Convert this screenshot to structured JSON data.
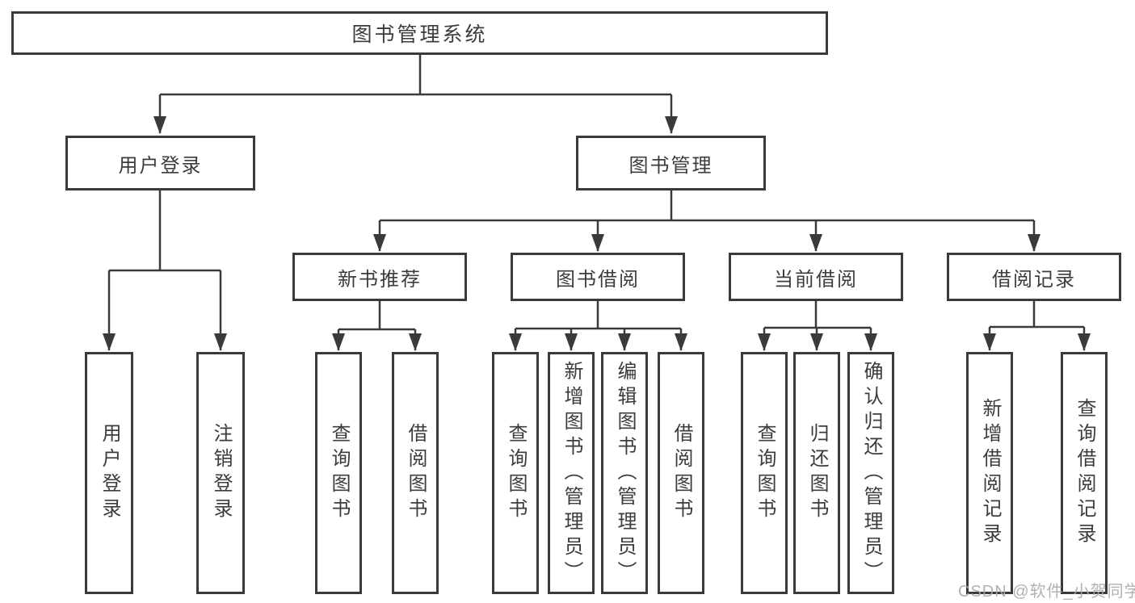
{
  "diagram": {
    "type": "hierarchy-tree",
    "watermark": "CSDN @软件_小贺同学",
    "colors": {
      "line": "#3a3a3a",
      "box_border": "#3a3a3a",
      "box_background": "#ffffff",
      "text": "#3c3c3c",
      "watermark": "#a9a9a9",
      "page_background": "#ffffff"
    },
    "tree": {
      "label": "图书管理系统",
      "children": [
        {
          "label": "用户登录",
          "children": [
            {
              "label": "用户登录"
            },
            {
              "label": "注销登录"
            }
          ]
        },
        {
          "label": "图书管理",
          "children": [
            {
              "label": "新书推荐",
              "children": [
                {
                  "label": "查询图书"
                },
                {
                  "label": "借阅图书"
                }
              ]
            },
            {
              "label": "图书借阅",
              "children": [
                {
                  "label": "查询图书"
                },
                {
                  "label": "新增图书（管理员）"
                },
                {
                  "label": "编辑图书（管理员）"
                },
                {
                  "label": "借阅图书"
                }
              ]
            },
            {
              "label": "当前借阅",
              "children": [
                {
                  "label": "查询图书"
                },
                {
                  "label": "归还图书"
                },
                {
                  "label": "确认归还（管理员）"
                }
              ]
            },
            {
              "label": "借阅记录",
              "children": [
                {
                  "label": "新增借阅记录"
                },
                {
                  "label": "查询借阅记录"
                }
              ]
            }
          ]
        }
      ]
    }
  }
}
